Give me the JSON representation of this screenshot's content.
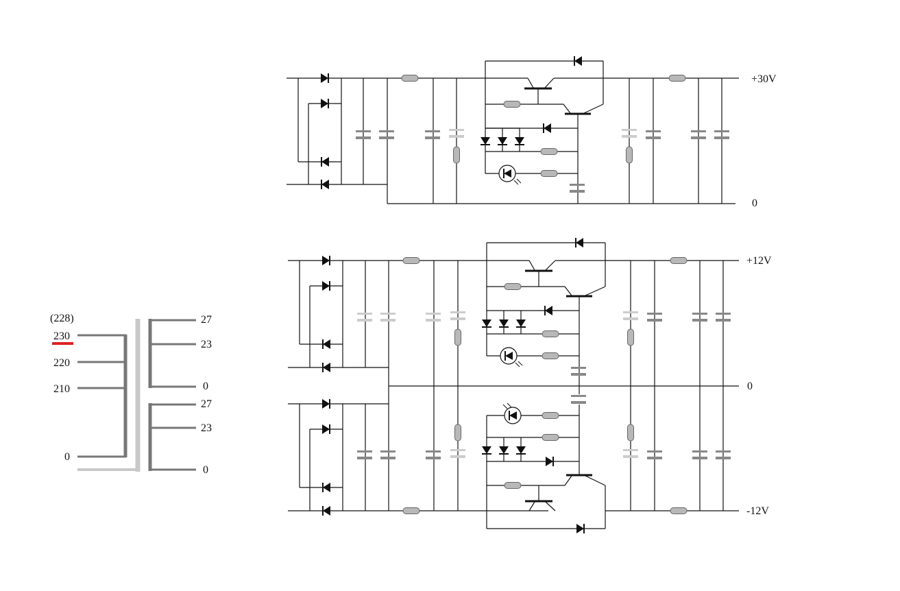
{
  "transformer": {
    "primary_taps": [
      "(228)",
      "230",
      "220",
      "210",
      "0"
    ],
    "secondary_upper_taps": [
      "27",
      "23",
      "0"
    ],
    "secondary_lower_taps": [
      "27",
      "23",
      "0"
    ],
    "selected_tap_color": "#dd2222"
  },
  "rails": {
    "top_supply": {
      "positive": "+30V",
      "ground": "0"
    },
    "dual_supply": {
      "positive": "+12V",
      "ground": "0",
      "negative": "-12V"
    }
  },
  "colors": {
    "wire": "#111111",
    "transformer_primary": "#777777",
    "transformer_core": "#c8c8c8",
    "component_grey": "#b8b8b8"
  }
}
